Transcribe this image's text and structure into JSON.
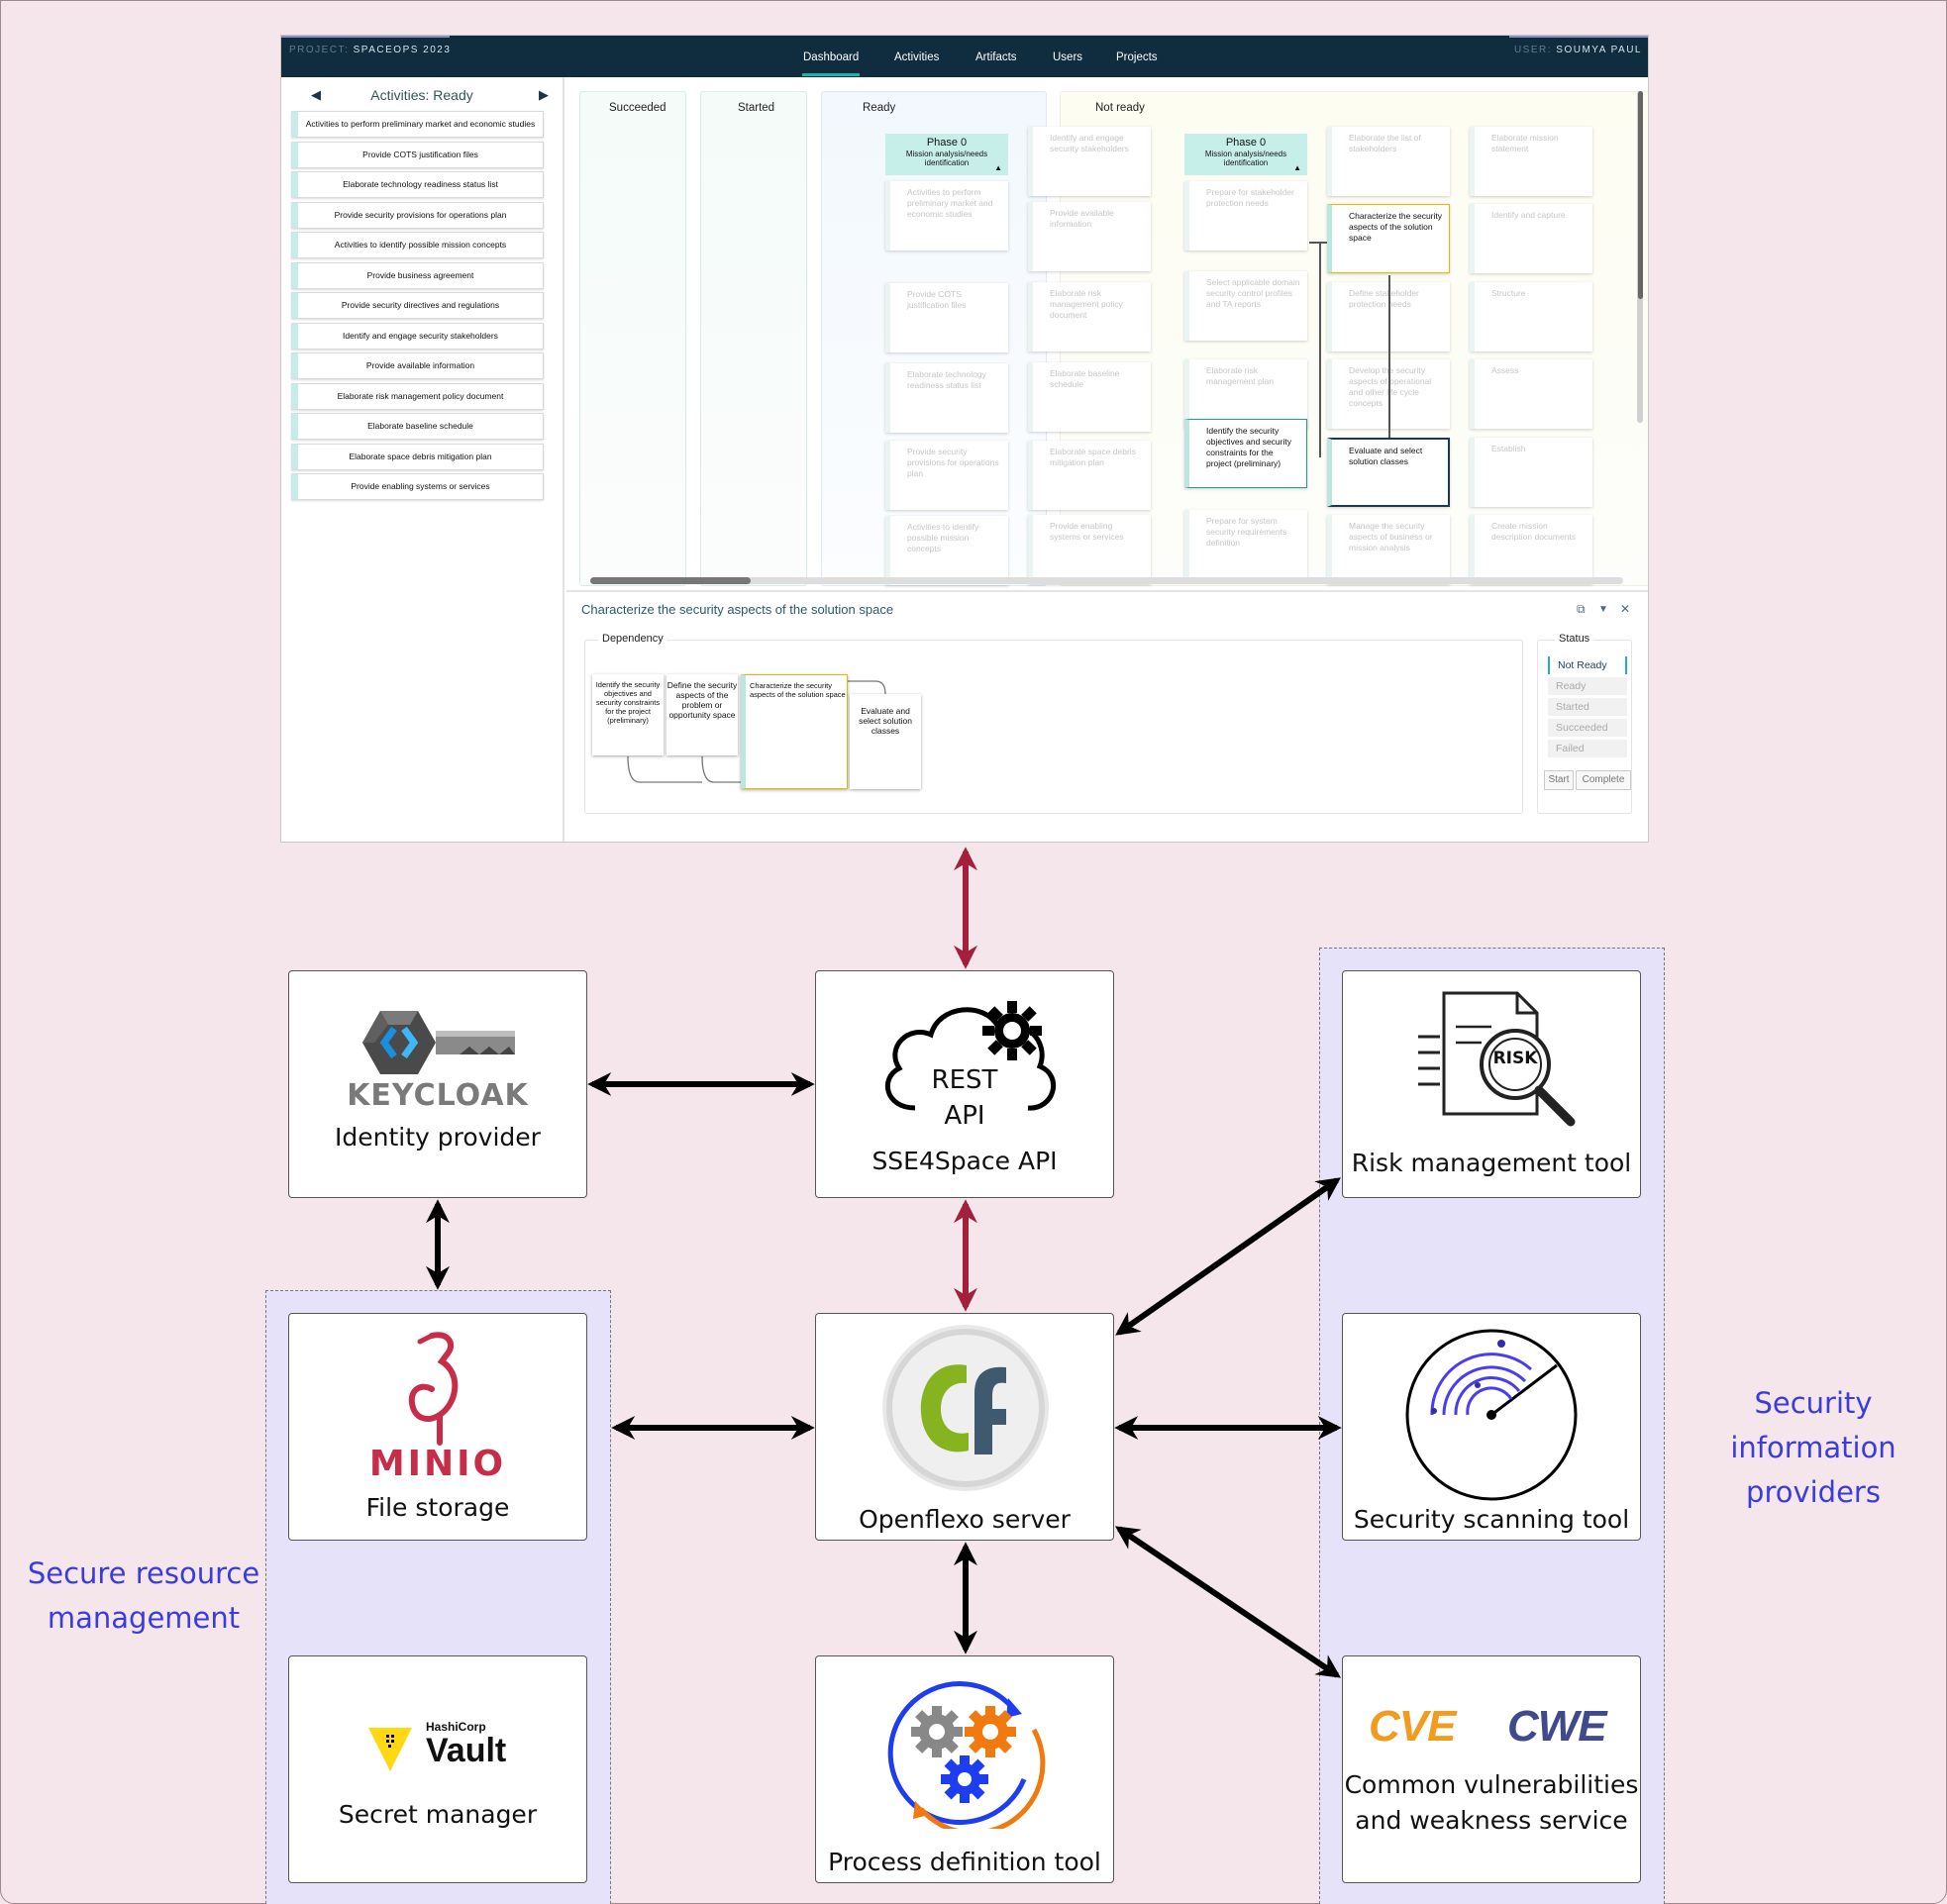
{
  "app": {
    "project_key": "PROJECT:",
    "project_name": "SPACEOPS 2023",
    "user_key": "USER:",
    "user_name": "SOUMYA PAUL",
    "nav": [
      "Dashboard",
      "Activities",
      "Artifacts",
      "Users",
      "Projects"
    ],
    "active_nav": "Dashboard",
    "left_panel": {
      "title": "Activities: Ready",
      "prev_arrow": "◀",
      "next_arrow": "▶",
      "items": [
        "Activities to perform preliminary market and economic studies",
        "Provide COTS justification files",
        "Elaborate technology readiness status list",
        "Provide security provisions for operations plan",
        "Activities to identify possible mission concepts",
        "Provide business agreement",
        "Provide security directives and regulations",
        "Identify and engage security stakeholders",
        "Provide available information",
        "Elaborate risk management policy document",
        "Elaborate baseline schedule",
        "Elaborate space debris mitigation plan",
        "Provide enabling systems or services"
      ]
    },
    "board": {
      "columns": [
        "Succeeded",
        "Started",
        "Ready",
        "Not ready"
      ],
      "phase_title": "Phase 0",
      "phase_sub": "Mission analysis/needs identification",
      "phase_toggle": "▲",
      "ready_col1": [
        "Activities to perform preliminary market and economic studies",
        "Provide COTS justification files",
        "Elaborate technology readiness status list",
        "Provide security provisions for operations plan",
        "Activities to identify possible mission concepts"
      ],
      "ready_col2": [
        "Identify and engage security stakeholders",
        "Provide available information",
        "Elaborate risk management policy document",
        "Elaborate baseline schedule",
        "Elaborate space debris mitigation plan",
        "Provide enabling systems or services"
      ],
      "notready_col1": [
        "Prepare for stakeholder protection needs",
        "Select applicable domain security control profiles and TA reports",
        "Elaborate risk management plan",
        "Identify the security objectives and security constraints for the project (preliminary)",
        "Prepare for system security requirements definition"
      ],
      "notready_col2": [
        "Elaborate the list of stakeholders",
        "Characterize the security aspects of the solution space",
        "Define stakeholder protection needs",
        "Develop the security aspects of operational and other life cycle concepts",
        "Evaluate and select solution classes",
        "Manage the security aspects of business or mission analysis"
      ],
      "notready_col3": [
        "Elaborate mission statement",
        "Identify and capture",
        "Structure",
        "Assess",
        "Establish",
        "Create mission description documents"
      ]
    },
    "detail": {
      "title": "Characterize the security aspects of the solution space",
      "icons": {
        "expand": "expand-icon",
        "collapse": "chevron-down-icon",
        "close": "close-icon"
      },
      "expand_glyph": "⧉",
      "collapse_glyph": "▼",
      "close_glyph": "✕",
      "dependency_label": "Dependency",
      "dependency_cards": [
        "Identify the security objectives and security constraints for the project (preliminary)",
        "Define the security aspects of the problem or opportunity space",
        "Characterize the security aspects of the solution space",
        "Evaluate and select solution classes"
      ],
      "status_label": "Status",
      "statuses": [
        "Not Ready",
        "Ready",
        "Started",
        "Succeeded",
        "Failed"
      ],
      "current_status": "Not Ready",
      "buttons": [
        "Start",
        "Complete"
      ]
    }
  },
  "diagram": {
    "nodes": {
      "keycloak": {
        "logo_text": "KEYCLOAK",
        "label": "Identity provider"
      },
      "rest_api": {
        "logo_text_1": "REST",
        "logo_text_2": "API",
        "label": "SSE4Space API"
      },
      "risk": {
        "logo_text": "RISK",
        "label": "Risk management tool"
      },
      "minio": {
        "logo_text": "MINIO",
        "label": "File storage"
      },
      "openflexo": {
        "label": "Openflexo server"
      },
      "scanning": {
        "label": "Security scanning tool"
      },
      "vault": {
        "logo_small": "HashiCorp",
        "logo_text": "Vault",
        "label": "Secret manager"
      },
      "process": {
        "label": "Process definition tool"
      },
      "cve": {
        "logo_cve": "CVE",
        "logo_cwe": "CWE",
        "label_line1": "Common vulnerabilities",
        "label_line2": "and weakness service"
      }
    },
    "groups": {
      "secure_resource": {
        "line1": "Secure resource",
        "line2": "management"
      },
      "security_info": {
        "line1": "Security information",
        "line2": "providers"
      }
    },
    "colors": {
      "api_link": "#a31f3c",
      "link": "#000000",
      "group_fill": "#e5e2f9",
      "group_label": "#3a3cdc",
      "background": "#f4e6ea"
    }
  }
}
